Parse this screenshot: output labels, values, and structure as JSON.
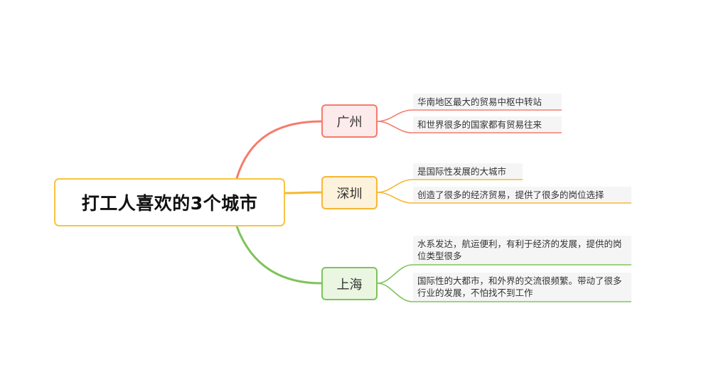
{
  "root": {
    "label": "打工人喜欢的3个城市"
  },
  "branches": [
    {
      "label": "广州",
      "color": "#f47c6c",
      "leaves": [
        "华南地区最大的贸易中枢中转站",
        "和世界很多的国家都有贸易往来"
      ]
    },
    {
      "label": "深圳",
      "color": "#f7b733",
      "leaves": [
        "是国际性发展的大城市",
        "创造了很多的经济贸易，提供了很多的岗位选择"
      ]
    },
    {
      "label": "上海",
      "color": "#7ec35a",
      "leaves": [
        "水系发达，航运便利，有利于经济的发展，提供的岗位类型很多",
        "国际性的大都市，和外界的交流很频繁。带动了很多行业的发展，不怕找不到工作"
      ]
    }
  ]
}
